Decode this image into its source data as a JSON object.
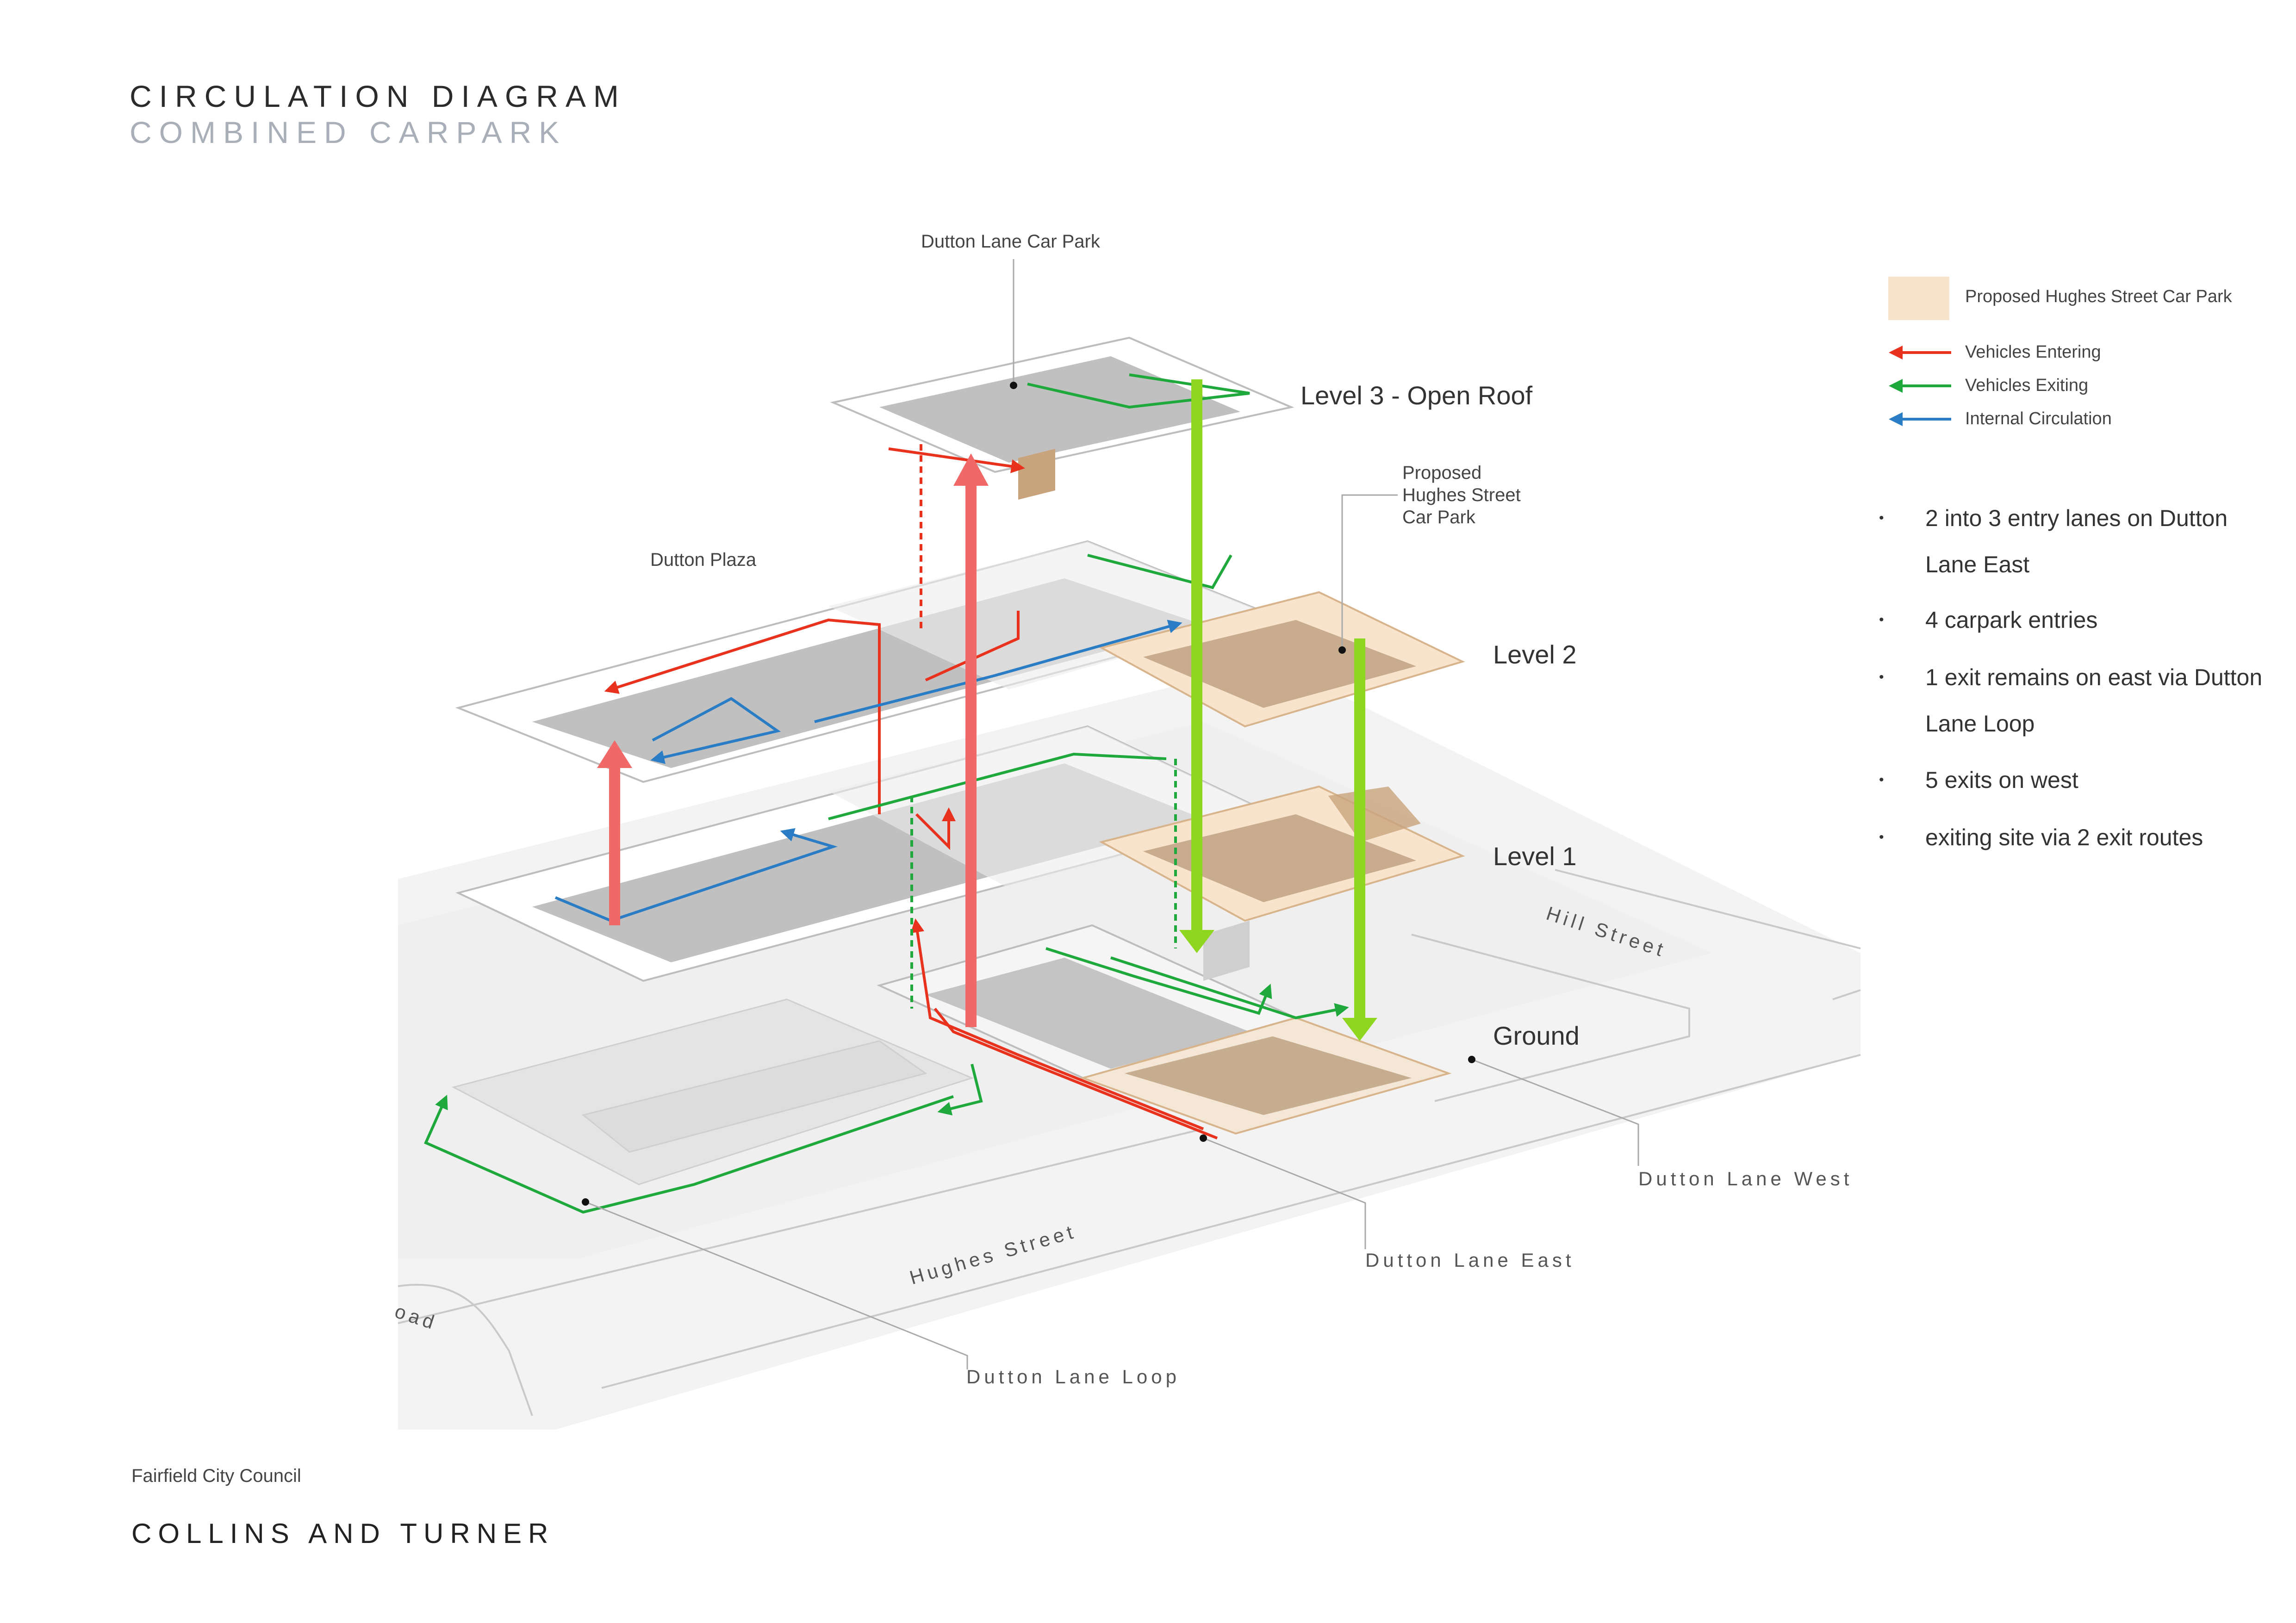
{
  "header": {
    "title": "CIRCULATION DIAGRAM",
    "subtitle": "COMBINED CARPARK"
  },
  "labels": {
    "dutton_lane_car_park": "Dutton Lane Car Park",
    "dutton_plaza": "Dutton Plaza",
    "proposed_line1": "Proposed",
    "proposed_line2": "Hughes Street",
    "proposed_line3": "Car Park"
  },
  "levels": {
    "level3": "Level 3 - Open Roof",
    "level2": "Level 2",
    "level1": "Level 1",
    "ground": "Ground"
  },
  "streets": {
    "hill_street": "Hill Street",
    "hughes_street": "Hughes Street",
    "road_fragment": "oad",
    "dutton_lane_west": "Dutton Lane West",
    "dutton_lane_east": "Dutton Lane East",
    "dutton_lane_loop": "Dutton Lane Loop"
  },
  "legend": {
    "proposed": "Proposed Hughes Street Car Park",
    "entering": "Vehicles Entering",
    "exiting": "Vehicles Exiting",
    "internal": "Internal Circulation"
  },
  "notes": [
    "2 into 3 entry lanes on Dutton Lane East",
    "4 carpark entries",
    "1 exit remains on east via Dutton Lane Loop",
    "5 exits on west",
    "exiting site via 2 exit routes"
  ],
  "footer": {
    "client": "Fairfield City Council",
    "firm": "COLLINS AND TURNER"
  },
  "colors": {
    "proposed": "#f8e4cc",
    "entering": "#e8321e",
    "exiting": "#1fa83c",
    "internal": "#2a7dc4",
    "big_up_arrow": "#f06868",
    "big_down_arrow": "#8ed61f"
  }
}
